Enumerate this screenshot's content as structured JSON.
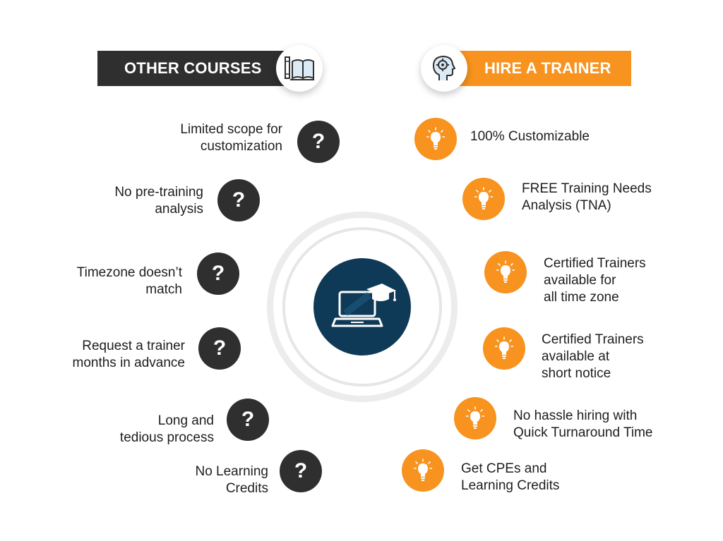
{
  "left": {
    "header": "OTHER COURSES",
    "items": [
      {
        "text": "Limited scope for\ncustomization"
      },
      {
        "text": "No pre-training\nanalysis"
      },
      {
        "text": "Timezone doesn’t\nmatch"
      },
      {
        "text": "Request a trainer\nmonths in advance"
      },
      {
        "text": "Long and\ntedious process"
      },
      {
        "text": "No Learning\nCredits"
      }
    ],
    "icon_glyph": "?",
    "header_icon": "book-icon"
  },
  "right": {
    "header": "HIRE A TRAINER",
    "items": [
      {
        "text": "100% Customizable"
      },
      {
        "text": "FREE Training Needs\nAnalysis (TNA)"
      },
      {
        "text": "Certified Trainers\navailable for\nall time zone"
      },
      {
        "text": "Certified Trainers\navailable at\nshort notice"
      },
      {
        "text": "No hassle hiring with\nQuick Turnaround Time"
      },
      {
        "text": "Get CPEs and\nLearning Credits"
      }
    ],
    "header_icon": "head-gear-icon",
    "item_icon": "lightbulb-icon"
  },
  "center": {
    "icon": "laptop-graduation-cap-icon"
  },
  "colors": {
    "dark": "#2f2f2f",
    "orange": "#f7931e",
    "navy": "#0e3a57",
    "ring": "#ececec"
  }
}
